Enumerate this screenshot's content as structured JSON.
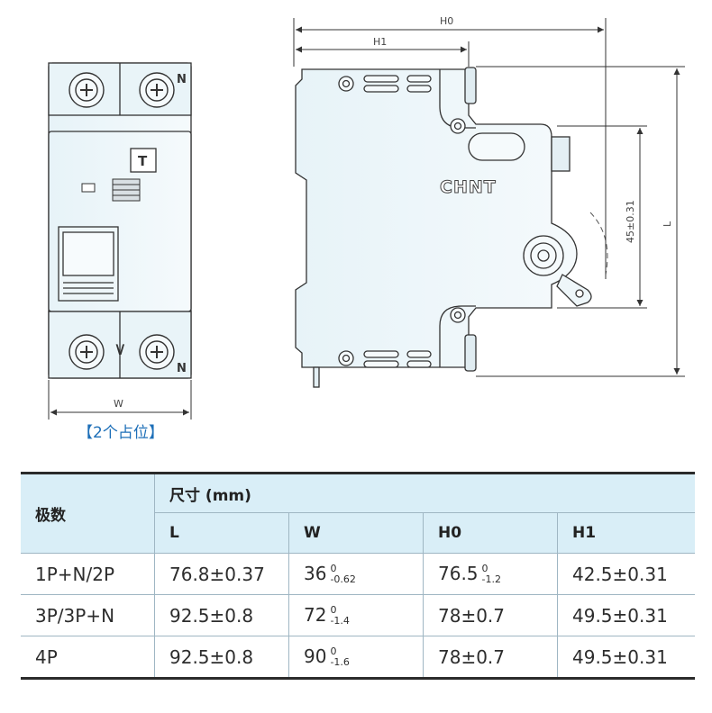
{
  "drawing": {
    "dims": {
      "H0": "H0",
      "H1": "H1",
      "W": "W",
      "L": "L",
      "pitch": "45±0.31"
    },
    "brand": "CHNT",
    "terminal_label": "N",
    "test_button": "T",
    "arrow_glyph": "∨",
    "caption": "【2个占位】"
  },
  "table": {
    "col_poles": "极数",
    "col_size": "尺寸 (mm)",
    "sub_headers": [
      "L",
      "W",
      "H0",
      "H1"
    ],
    "rows": [
      {
        "poles": "1P+N/2P",
        "L": "76.8±0.37",
        "W_main": "36",
        "W_up": "0",
        "W_low": "-0.62",
        "H0_main": "76.5",
        "H0_up": "0",
        "H0_low": "-1.2",
        "H1": "42.5±0.31"
      },
      {
        "poles": "3P/3P+N",
        "L": "92.5±0.8",
        "W_main": "72",
        "W_up": "0",
        "W_low": "-1.4",
        "H0_main": "78±0.7",
        "H0_up": "",
        "H0_low": "",
        "H1": "49.5±0.31"
      },
      {
        "poles": "4P",
        "L": "92.5±0.8",
        "W_main": "90",
        "W_up": "0",
        "W_low": "-1.6",
        "H0_main": "78±0.7",
        "H0_up": "",
        "H0_low": "",
        "H1": "49.5±0.31"
      }
    ]
  },
  "colors": {
    "body": "#eef6f9",
    "outline": "#333333",
    "accent": "#1d6fb8",
    "table_header": "#d9eef7"
  }
}
